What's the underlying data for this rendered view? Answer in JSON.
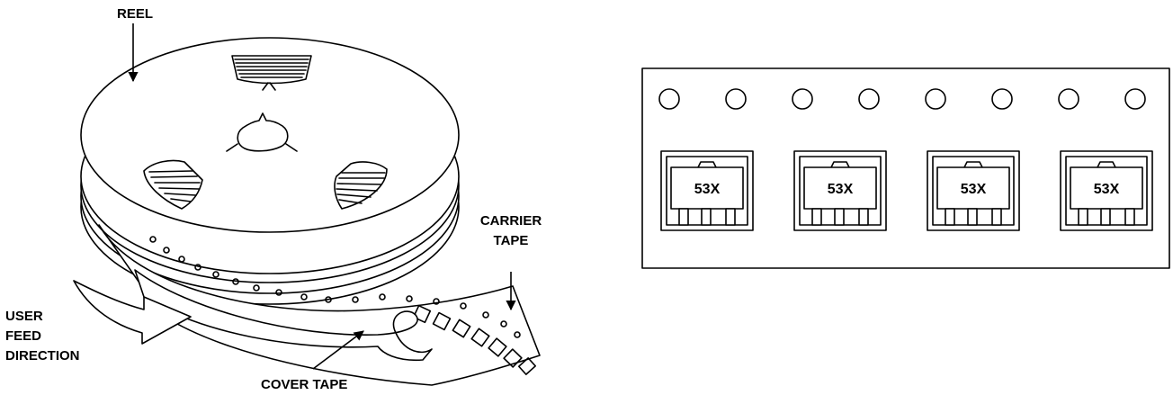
{
  "labels": {
    "reel": "REEL",
    "carrier_tape_line1": "CARRIER",
    "carrier_tape_line2": "TAPE",
    "user_line1": "USER",
    "user_line2": "FEED",
    "user_line3": "DIRECTION",
    "cover_tape": "COVER TAPE"
  },
  "tape_strip": {
    "part_marking": "53X",
    "parts": [
      "53X",
      "53X",
      "53X",
      "53X"
    ],
    "sprocket_holes": 8
  },
  "colors": {
    "line": "#000000",
    "background": "#ffffff"
  }
}
